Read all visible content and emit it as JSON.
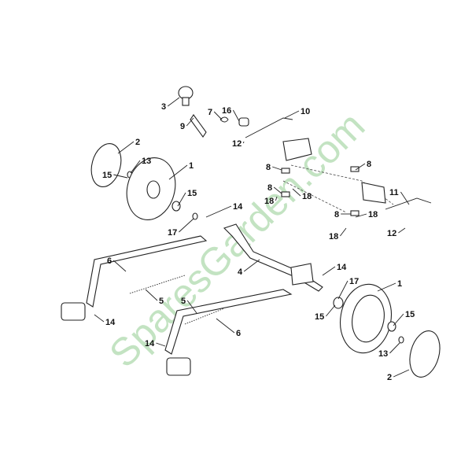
{
  "diagram": {
    "watermark": "SparesGarden.com",
    "callouts": [
      "3",
      "9",
      "7",
      "16",
      "10",
      "12",
      "2",
      "13",
      "1",
      "15",
      "15",
      "14",
      "17",
      "8",
      "8",
      "8",
      "18",
      "18",
      "11",
      "18",
      "8",
      "18",
      "12",
      "6",
      "4",
      "14",
      "17",
      "1",
      "5",
      "5",
      "14",
      "6",
      "15",
      "15",
      "13",
      "14",
      "2"
    ]
  }
}
